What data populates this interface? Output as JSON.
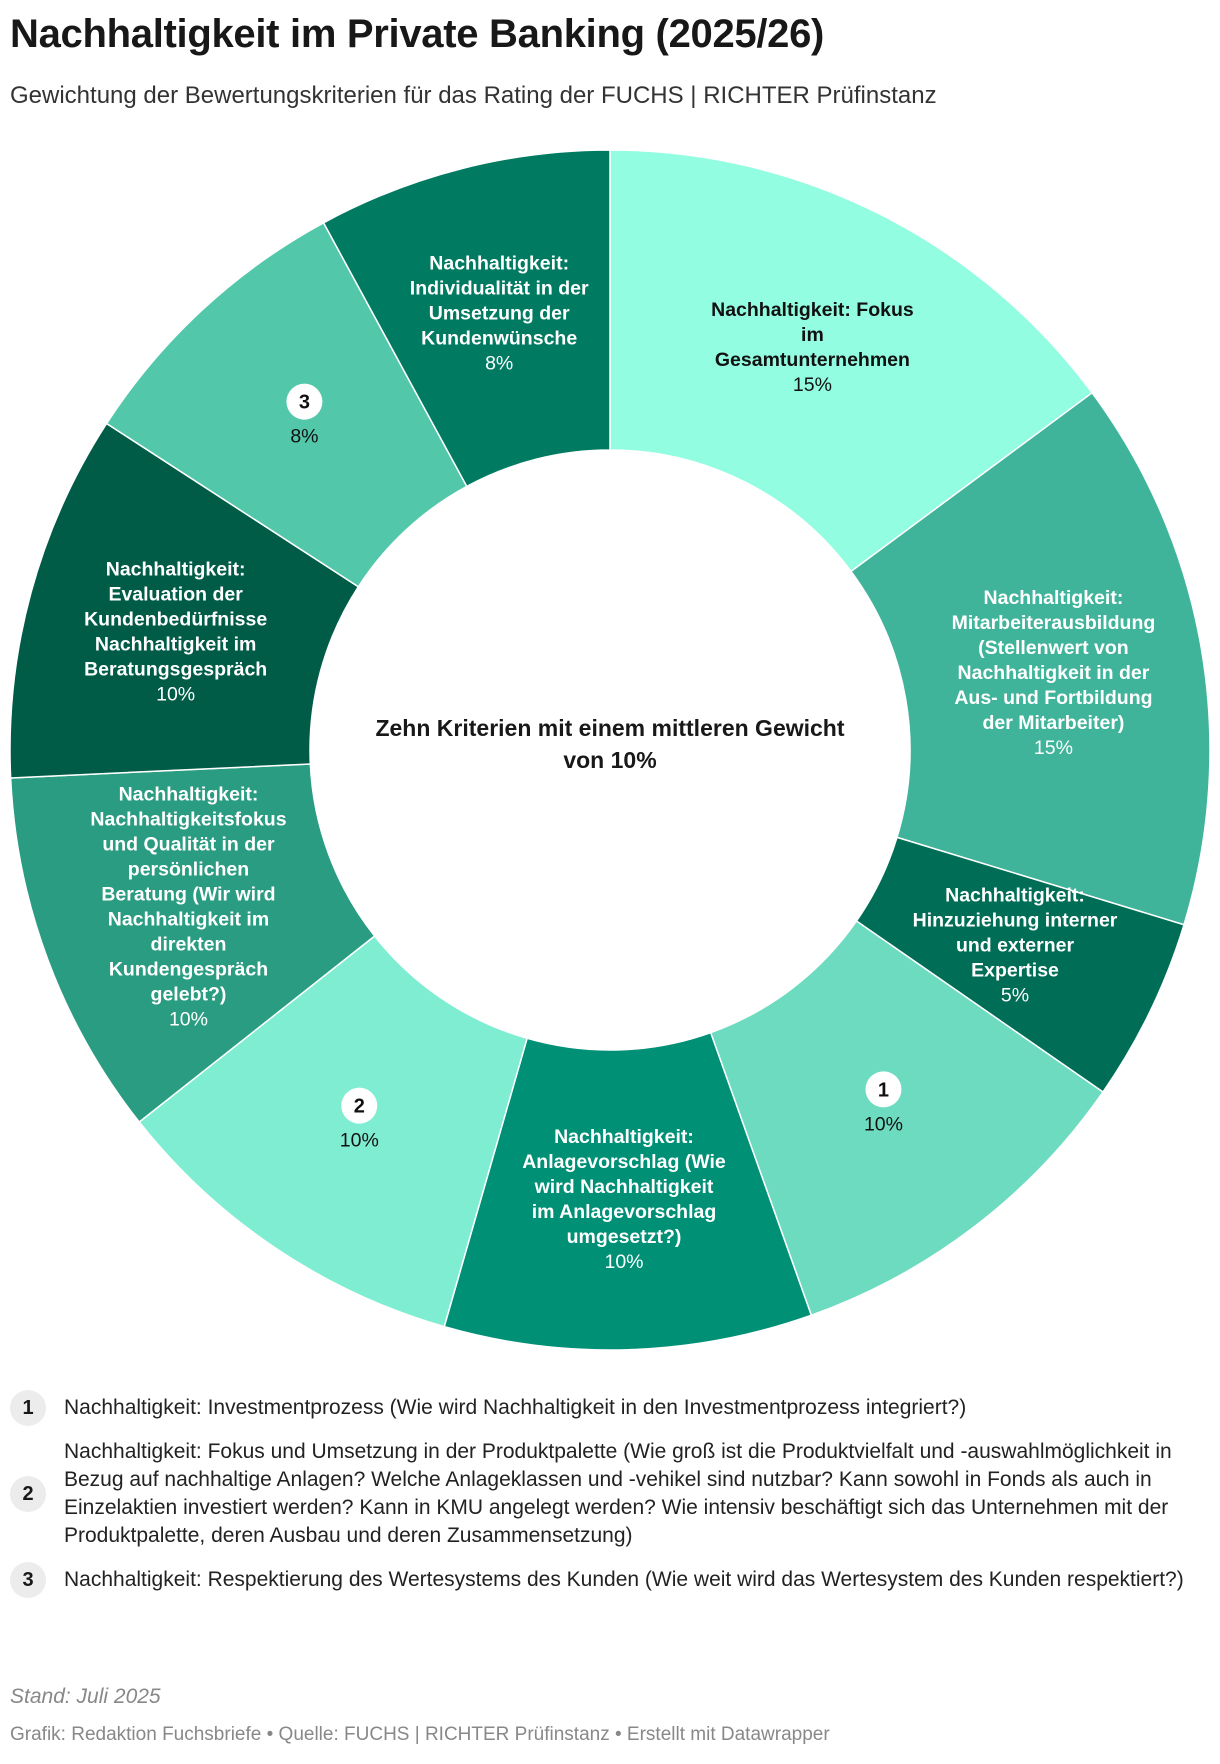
{
  "chart_data": {
    "type": "pie",
    "donut": true,
    "title": "Nachhaltigkeit im Private Banking (2025/26)",
    "subtitle": "Gewichtung der Bewertungskriterien für das Rating der FUCHS | RICHTER Prüfinstanz",
    "center_label": "Zehn Kriterien mit einem mittleren Gewicht von 10%",
    "slices": [
      {
        "label": "Nachhaltigkeit: Fokus im Gesamtunternehmen",
        "lines": [
          "Nachhaltigkeit: Fokus",
          "im",
          "Gesamtunternehmen"
        ],
        "value": 15,
        "pct": "15%",
        "color": "#92fde0",
        "text_color": "#111111"
      },
      {
        "label": "Nachhaltigkeit: Mitarbeiterausbildung (Stellenwert von Nachhaltigkeit in der Aus- und Fortbildung der Mitarbeiter)",
        "lines": [
          "Nachhaltigkeit:",
          "Mitarbeiterausbildung",
          "(Stellenwert von",
          "Nachhaltigkeit in der",
          "Aus- und Fortbildung",
          "der Mitarbeiter)"
        ],
        "value": 15,
        "pct": "15%",
        "color": "#40b49a",
        "text_color": "#ffffff"
      },
      {
        "label": "Nachhaltigkeit: Hinzuziehung interner und externer Expertise",
        "lines": [
          "Nachhaltigkeit:",
          "Hinzuziehung interner",
          "und externer",
          "Expertise"
        ],
        "value": 5,
        "pct": "5%",
        "color": "#006e56",
        "text_color": "#ffffff"
      },
      {
        "label": "",
        "lines": [],
        "badge": "1",
        "value": 10,
        "pct": "10%",
        "color": "#6ddbbf",
        "text_color": "#111111"
      },
      {
        "label": "Nachhaltigkeit: Anlagevorschlag (Wie wird Nachhaltigkeit im Anlagevorschlag umgesetzt?)",
        "lines": [
          "Nachhaltigkeit:",
          "Anlagevorschlag (Wie",
          "wird Nachhaltigkeit",
          "im Anlagevorschlag",
          "umgesetzt?)"
        ],
        "value": 10,
        "pct": "10%",
        "color": "#009076",
        "text_color": "#ffffff"
      },
      {
        "label": "",
        "lines": [],
        "badge": "2",
        "value": 10,
        "pct": "10%",
        "color": "#7fedd1",
        "text_color": "#111111"
      },
      {
        "label": "Nachhaltigkeit: Nachhaltigkeitsfokus und Qualität in der persönlichen Beratung (Wir wird Nachhaltigkeit im direkten Kundengespräch gelebt?)",
        "lines": [
          "Nachhaltigkeit:",
          "Nachhaltigkeitsfokus",
          "und Qualität in der",
          "persönlichen",
          "Beratung (Wir wird",
          "Nachhaltigkeit im",
          "direkten",
          "Kundengespräch",
          "gelebt?)"
        ],
        "value": 10,
        "pct": "10%",
        "color": "#2a9c81",
        "text_color": "#ffffff"
      },
      {
        "label": "Nachhaltigkeit: Evaluation der Kundenbedürfnisse Nachhaltigkeit im Beratungsgespräch",
        "lines": [
          "Nachhaltigkeit:",
          "Evaluation der",
          "Kundenbedürfnisse",
          "Nachhaltigkeit im",
          "Beratungsgespräch"
        ],
        "value": 10,
        "pct": "10%",
        "color": "#005c47",
        "text_color": "#ffffff"
      },
      {
        "label": "",
        "lines": [],
        "badge": "3",
        "value": 8,
        "pct": "8%",
        "color": "#52c7aa",
        "text_color": "#111111"
      },
      {
        "label": "Nachhaltigkeit: Individualität in der Umsetzung der Kundenwünsche",
        "lines": [
          "Nachhaltigkeit:",
          "Individualität in der",
          "Umsetzung der",
          "Kundenwünsche"
        ],
        "value": 8,
        "pct": "8%",
        "color": "#007b61",
        "text_color": "#ffffff"
      }
    ]
  },
  "legend": [
    {
      "badge": "1",
      "text": "Nachhaltigkeit: Investmentprozess (Wie wird Nachhaltigkeit in den Investmentprozess integriert?)"
    },
    {
      "badge": "2",
      "text": "Nachhaltigkeit: Fokus und Umsetzung in der Produktpalette (Wie groß ist die Produktvielfalt und -auswahlmöglichkeit in Bezug auf nachhaltige Anlagen? Welche Anlageklassen und -vehikel sind nutzbar? Kann sowohl in Fonds als auch in Einzelaktien investiert werden? Kann in KMU angelegt werden? Wie intensiv beschäftigt sich das Unternehmen mit der Produktpalette, deren Ausbau und deren Zusammensetzung)"
    },
    {
      "badge": "3",
      "text": "Nachhaltigkeit: Respektierung des Wertesystems des Kunden (Wie weit wird das Wertesystem des Kunden respektiert?)"
    }
  ],
  "stand": "Stand: Juli 2025",
  "footer": "Grafik: Redaktion Fuchsbriefe • Quelle: FUCHS | RICHTER Prüfinstanz  • Erstellt mit Datawrapper"
}
